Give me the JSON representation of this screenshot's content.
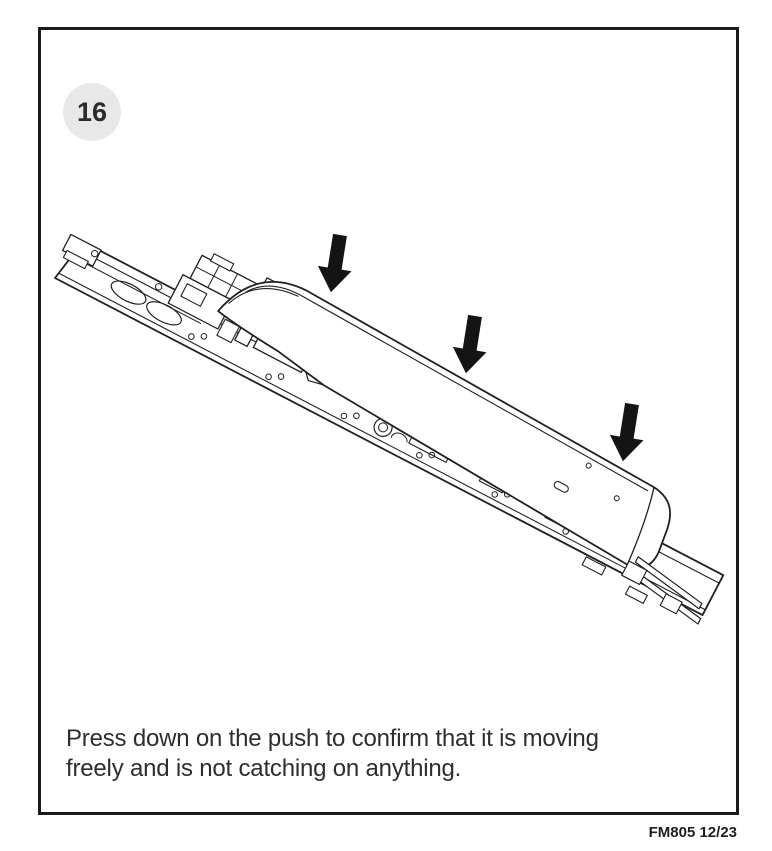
{
  "page": {
    "background_color": "#ffffff",
    "frame_border_color": "#1a1a1a"
  },
  "figure": {
    "step_number": "16",
    "badge_color": "#e8e8e8",
    "caption": "Press down on the push to confirm that it is moving\nfreely and is not catching on anything.",
    "illustration": {
      "line_color": "#231f20",
      "arrow_color": "#141414",
      "icons": [
        {
          "name": "press-down-arrow-1"
        },
        {
          "name": "press-down-arrow-2"
        },
        {
          "name": "press-down-arrow-3"
        }
      ]
    }
  },
  "footer": {
    "doc_code": "FM805 12/23"
  }
}
